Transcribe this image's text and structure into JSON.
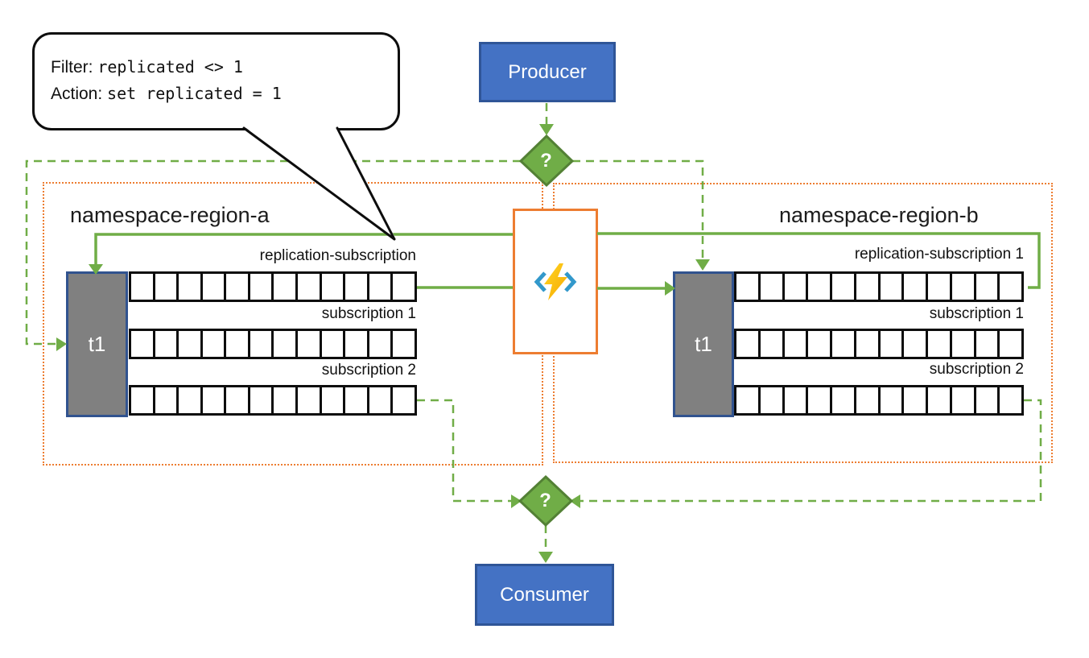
{
  "callout": {
    "filter_label": "Filter:",
    "filter_code": "replicated <> 1",
    "action_label": "Action:",
    "action_code": "set replicated = 1"
  },
  "producer": {
    "label": "Producer"
  },
  "consumer": {
    "label": "Consumer"
  },
  "router_top": {
    "label": "?"
  },
  "router_bottom": {
    "label": "?"
  },
  "function_node": {
    "icon": "azure-functions-icon"
  },
  "namespaces": [
    {
      "label": "namespace-region-a",
      "topic": "t1",
      "subscriptions": [
        {
          "label": "replication-subscription",
          "segments": 12
        },
        {
          "label": "subscription 1",
          "segments": 12
        },
        {
          "label": "subscription 2",
          "segments": 12
        }
      ]
    },
    {
      "label": "namespace-region-b",
      "topic": "t1",
      "subscriptions": [
        {
          "label": "replication-subscription 1",
          "segments": 12
        },
        {
          "label": "subscription 1",
          "segments": 12
        },
        {
          "label": "subscription 2",
          "segments": 12
        }
      ]
    }
  ],
  "colors": {
    "flow_green": "#70AD47",
    "flow_green_dark": "#538135",
    "node_blue": "#4472C4",
    "node_blue_dark": "#2F5597",
    "boundary_orange": "#ED7D31",
    "topic_gray": "#808080",
    "topic_border_blue": "#31538F"
  }
}
